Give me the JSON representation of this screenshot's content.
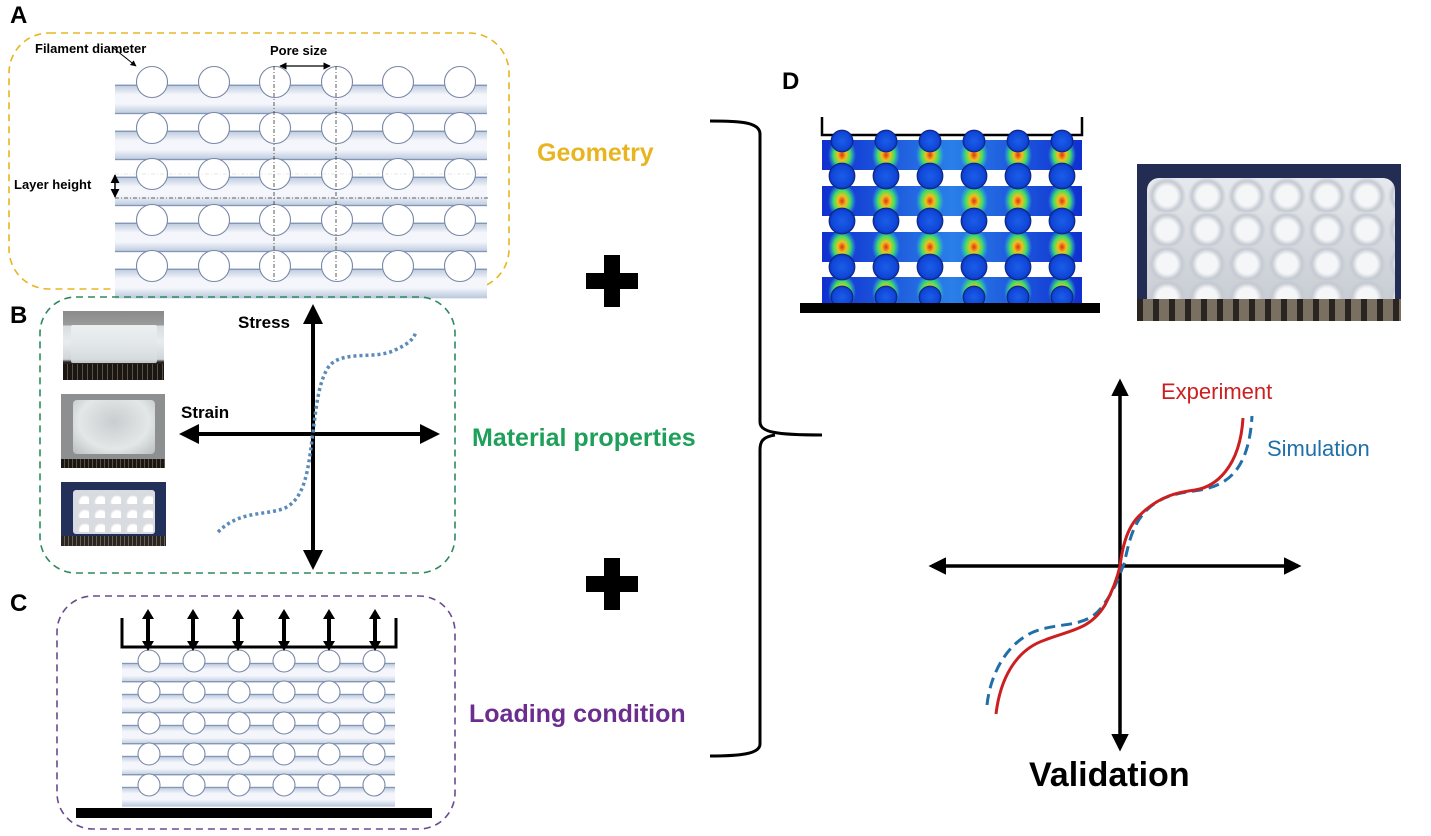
{
  "panels": {
    "A": {
      "letter": "A",
      "labels": {
        "filament_diameter": "Filament diameter",
        "pore_size": "Pore size",
        "layer_height": "Layer height"
      }
    },
    "B": {
      "letter": "B",
      "axis_labels": {
        "stress": "Stress",
        "strain": "Strain"
      },
      "photos": [
        "bulk-sample-photo",
        "cast-sample-photo",
        "printed-scaffold-photo"
      ]
    },
    "C": {
      "letter": "C"
    },
    "D": {
      "letter": "D"
    }
  },
  "inputs": [
    {
      "label": "Geometry",
      "color": "#e8b520"
    },
    {
      "label": "Material properties",
      "color": "#1ea05a"
    },
    {
      "label": "Loading condition",
      "color": "#6b2e8e"
    }
  ],
  "operators": {
    "plus": "+"
  },
  "validation": {
    "title": "Validation",
    "legend": [
      {
        "name": "Experiment",
        "color": "#cc1f1f",
        "style": "solid"
      },
      {
        "name": "Simulation",
        "color": "#1f6fa8",
        "style": "dashed"
      }
    ]
  },
  "colors": {
    "geometry_border": "#e8b520",
    "material_border": "#2e8a5e",
    "loading_border": "#6b4a8e",
    "material_curve": "#5b8bb8"
  }
}
